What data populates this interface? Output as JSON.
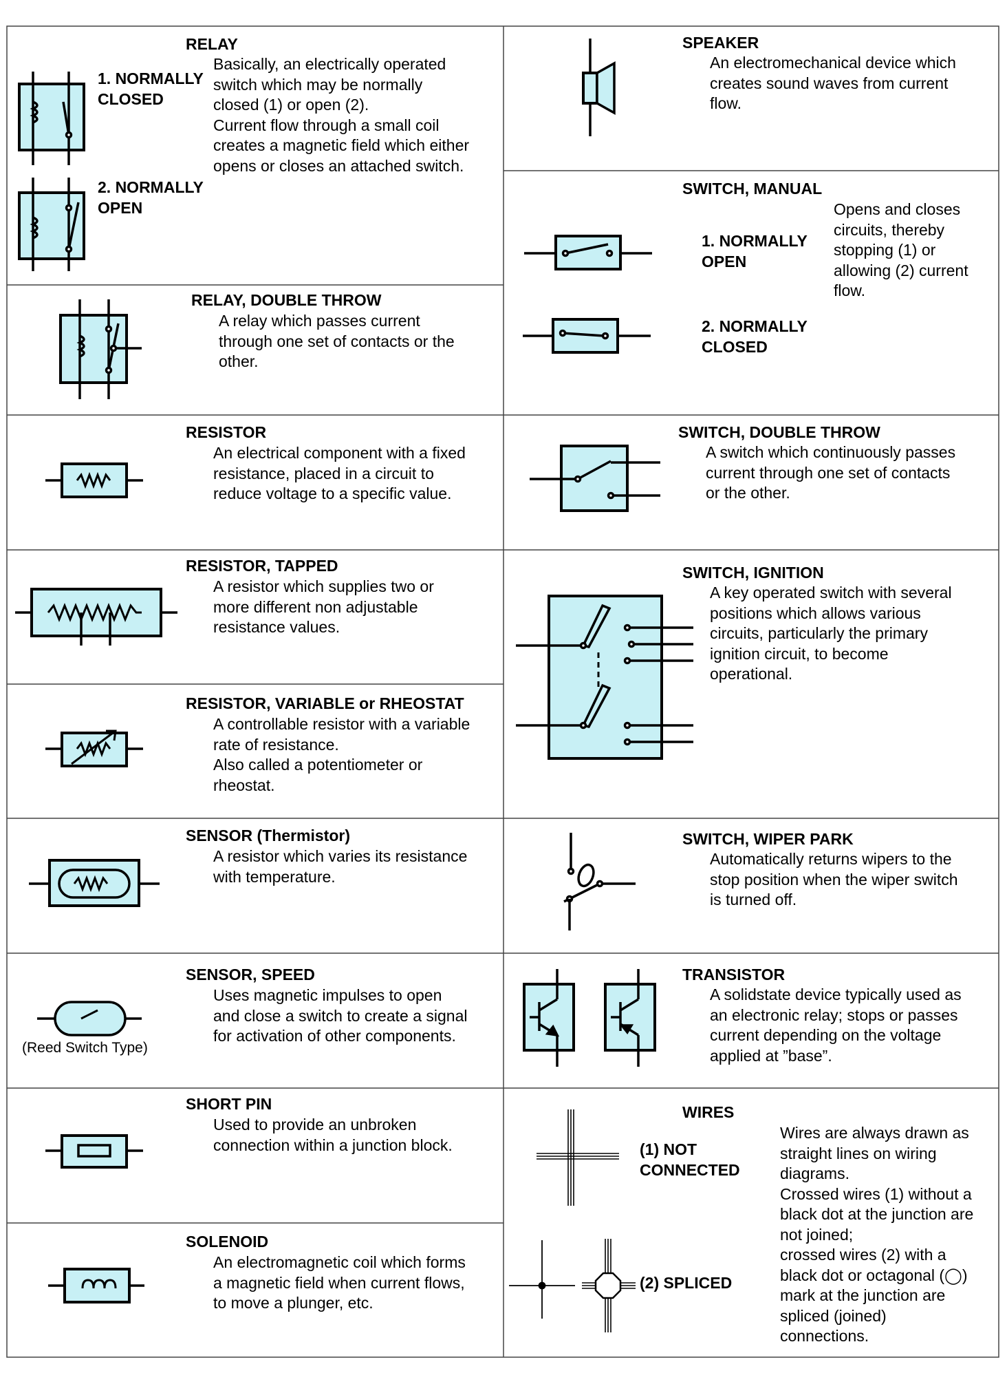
{
  "relay": {
    "title": "RELAY",
    "nc_label": "1. NORMALLY\nCLOSED",
    "no_label": "2. NORMALLY\nOPEN",
    "desc": "Basically, an electrically operated\nswitch which may be normally\nclosed (1) or open (2).\nCurrent flow through a small coil\ncreates a magnetic field which either\nopens or closes an attached switch."
  },
  "relay_double_throw": {
    "title": "RELAY, DOUBLE THROW",
    "desc": "A relay which passes current\nthrough one set of contacts or the\nother."
  },
  "resistor": {
    "title": "RESISTOR",
    "desc": "An electrical component with a fixed\nresistance, placed in a circuit to\nreduce voltage to a specific value."
  },
  "resistor_tapped": {
    "title": "RESISTOR, TAPPED",
    "desc": "A resistor which supplies two or\nmore different non adjustable\nresistance values."
  },
  "resistor_variable": {
    "title": "RESISTOR, VARIABLE or RHEOSTAT",
    "desc": "A controllable resistor with a variable\nrate of resistance.\nAlso called a potentiometer or\nrheostat."
  },
  "sensor_thermistor": {
    "title": "SENSOR (Thermistor)",
    "desc": "A resistor which varies its resistance\nwith temperature."
  },
  "sensor_speed": {
    "title": "SENSOR, SPEED",
    "desc": "Uses magnetic impulses to open\nand close a switch to create a signal\nfor activation of other components.",
    "caption": "(Reed Switch Type)"
  },
  "short_pin": {
    "title": "SHORT PIN",
    "desc": "Used to provide an unbroken\nconnection within a junction block."
  },
  "solenoid": {
    "title": "SOLENOID",
    "desc": "An electromagnetic coil which forms\na magnetic field when current flows,\nto move a plunger, etc."
  },
  "speaker": {
    "title": "SPEAKER",
    "desc": "An electromechanical device which\ncreates sound waves from current\nflow."
  },
  "switch_manual": {
    "title": "SWITCH, MANUAL",
    "no_label": "1. NORMALLY\nOPEN",
    "nc_label": "2. NORMALLY\nCLOSED",
    "desc": "Opens and closes\ncircuits, thereby\nstopping (1) or\nallowing (2) current\nflow."
  },
  "switch_double_throw": {
    "title": "SWITCH, DOUBLE THROW",
    "desc": "A switch which continuously passes\ncurrent through one set of contacts\nor the other."
  },
  "switch_ignition": {
    "title": "SWITCH, IGNITION",
    "desc": "A key operated switch with several\npositions which allows various\ncircuits, particularly the primary\nignition circuit, to become\noperational."
  },
  "switch_wiper_park": {
    "title": "SWITCH, WIPER PARK",
    "desc": "Automatically returns wipers to the\nstop position when the wiper switch\nis turned off."
  },
  "transistor": {
    "title": "TRANSISTOR",
    "desc": "A solidstate device typically used as\nan electronic relay; stops or passes\ncurrent depending on the voltage\napplied at ”base”."
  },
  "wires": {
    "title": "WIRES",
    "not_connected_label": "(1) NOT\n     CONNECTED",
    "spliced_label": "(2) SPLICED",
    "desc": "Wires are always drawn as\nstraight lines on wiring\ndiagrams.\nCrossed wires (1) without a\nblack dot at the junction are\nnot joined;\ncrossed wires (2) with a\nblack dot or octagonal (◯)\nmark at the junction are\nspliced (joined)\nconnections."
  },
  "colors": {
    "symbol_fill": "#c8f0f5",
    "line": "#000000"
  }
}
